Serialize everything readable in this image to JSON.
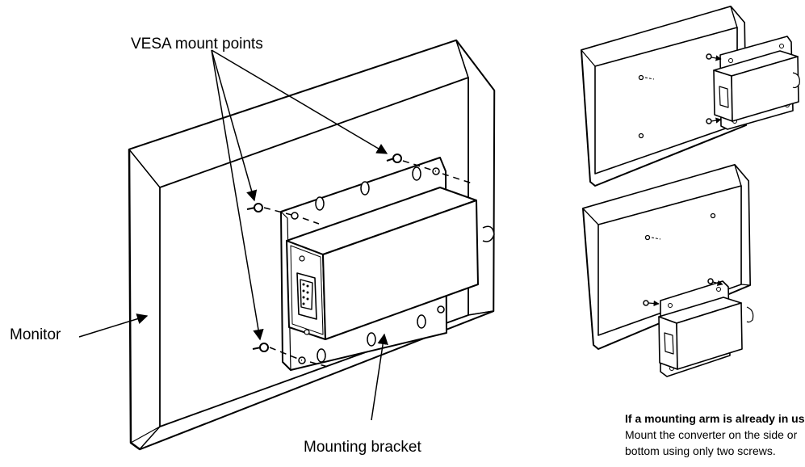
{
  "labels": {
    "vesa_mount_points": "VESA mount points",
    "monitor": "Monitor",
    "mounting_bracket": "Mounting bracket"
  },
  "note": {
    "heading": "If a mounting arm is already in use:",
    "line1": "Mount the converter on the side or",
    "line2": "bottom using only two screws."
  },
  "colors": {
    "line": "#000000",
    "background": "#ffffff"
  }
}
